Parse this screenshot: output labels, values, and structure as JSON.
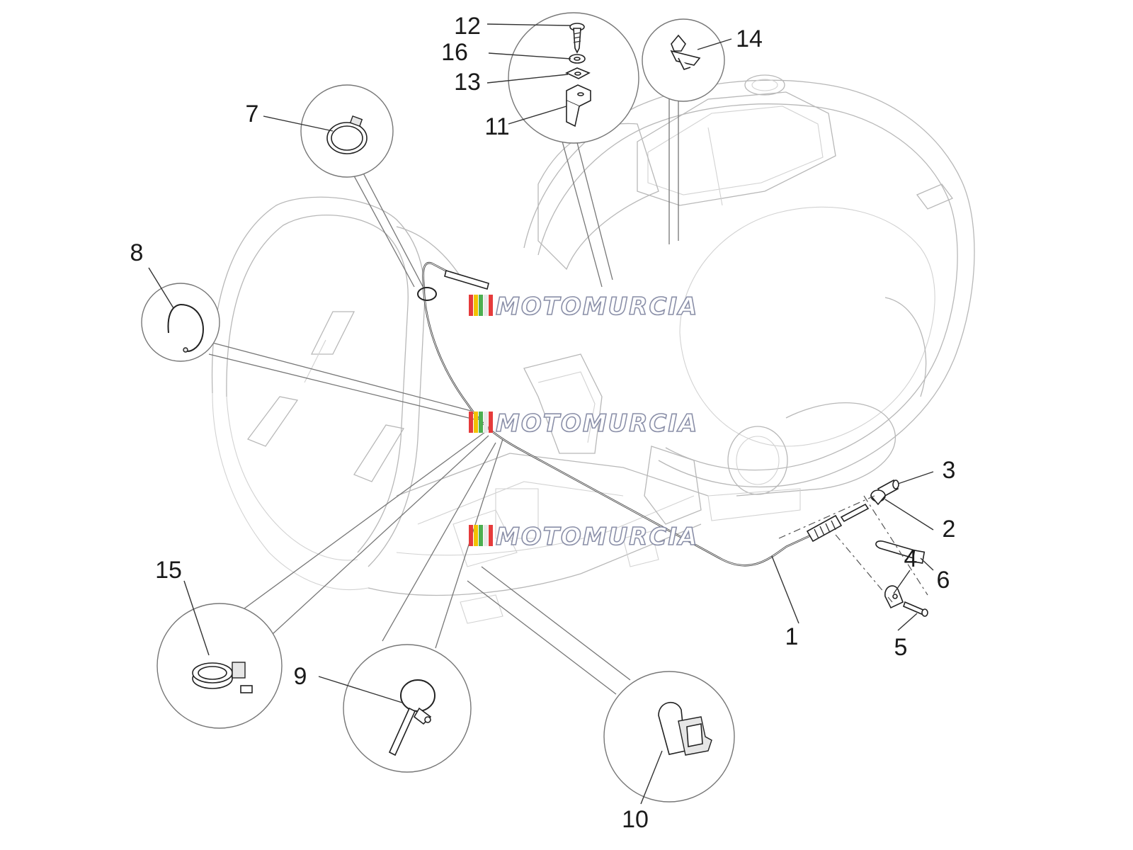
{
  "diagram": {
    "watermark_text": "MOTOMURCIA",
    "watermark_colors": [
      "#e63b3b",
      "#f2c200",
      "#4caf50",
      "#e8e8e8",
      "#e63b3b"
    ],
    "callouts": [
      {
        "id": "1",
        "label": "1"
      },
      {
        "id": "2",
        "label": "2"
      },
      {
        "id": "3",
        "label": "3"
      },
      {
        "id": "4",
        "label": "4"
      },
      {
        "id": "5",
        "label": "5"
      },
      {
        "id": "6",
        "label": "6"
      },
      {
        "id": "7",
        "label": "7"
      },
      {
        "id": "8",
        "label": "8"
      },
      {
        "id": "9",
        "label": "9"
      },
      {
        "id": "10",
        "label": "10"
      },
      {
        "id": "11",
        "label": "11"
      },
      {
        "id": "12",
        "label": "12"
      },
      {
        "id": "13",
        "label": "13"
      },
      {
        "id": "14",
        "label": "14"
      },
      {
        "id": "15",
        "label": "15"
      },
      {
        "id": "16",
        "label": "16"
      }
    ]
  }
}
